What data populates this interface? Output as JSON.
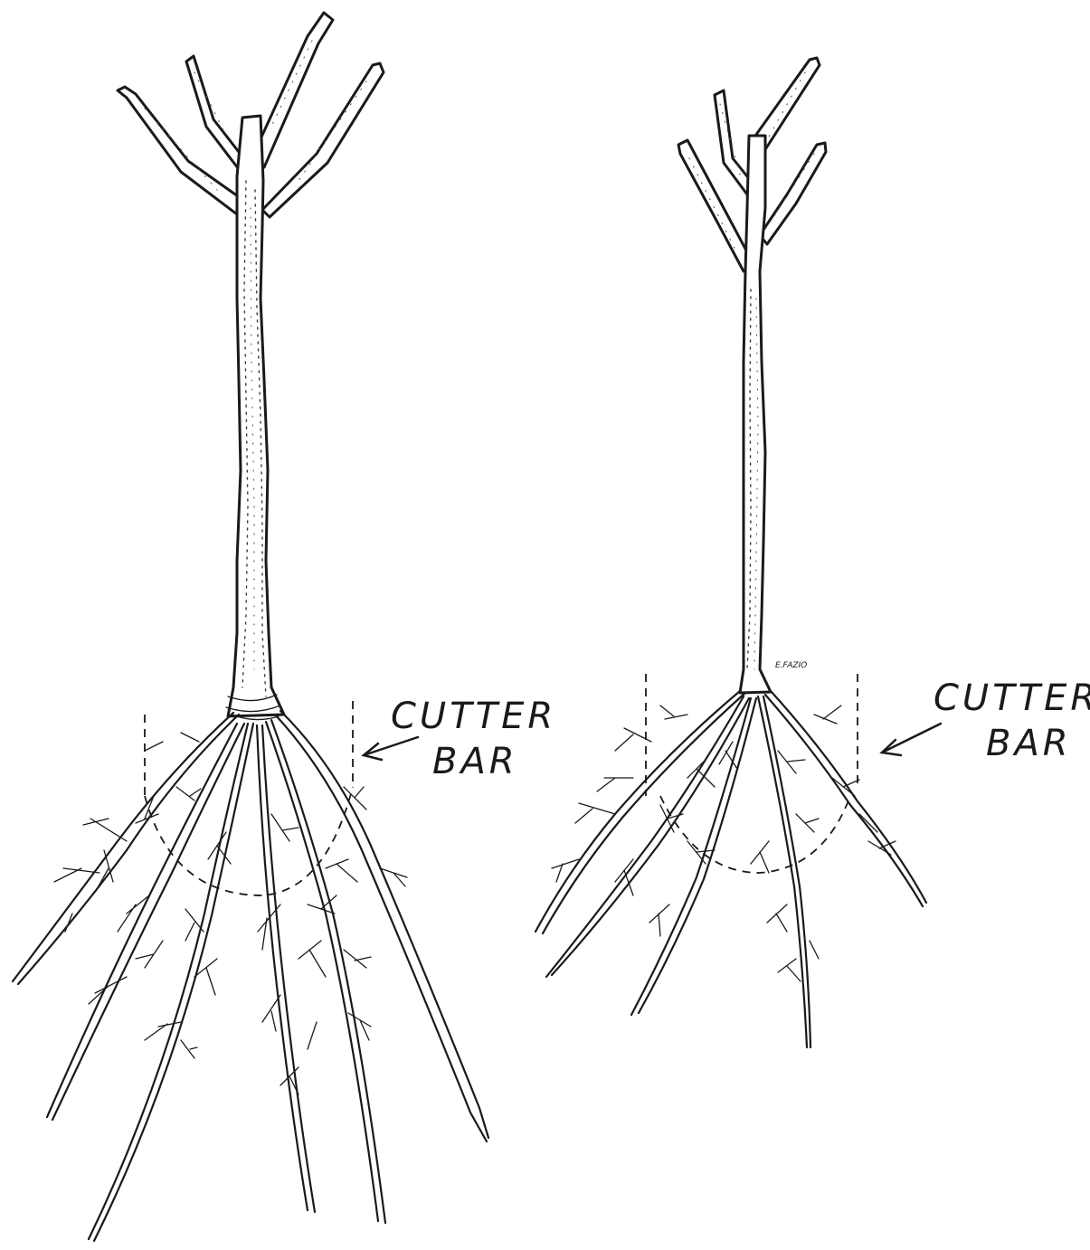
{
  "figure": {
    "left_tree": {
      "label_line1": "CUTTER",
      "label_line2": "BAR"
    },
    "right_tree": {
      "label_line1": "CUTTER",
      "label_line2": "BAR",
      "signature": "E.FAZIO"
    },
    "ink_color": "#1a1a1a",
    "background_color": "#ffffff"
  }
}
